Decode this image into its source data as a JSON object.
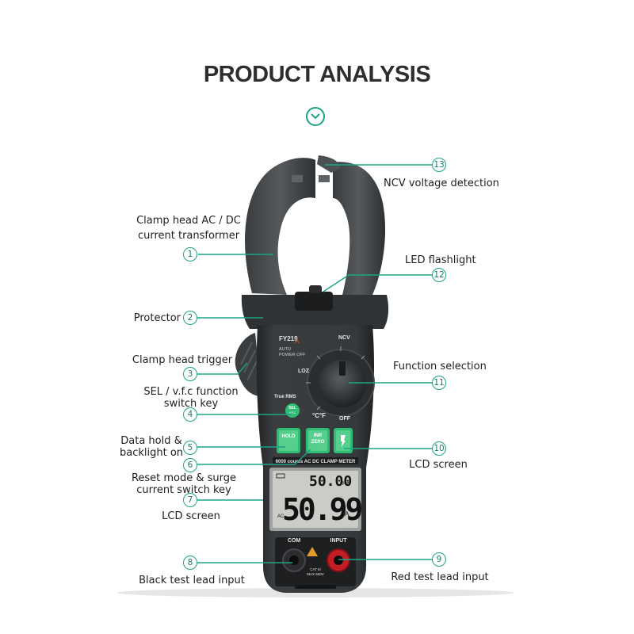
{
  "title": "PRODUCT ANALYSIS",
  "device": {
    "model": "FY219",
    "auto_power_off": "AUTO\nPOWER OFF",
    "true_rms": "True RMS",
    "sel_key": "SEL",
    "sel_sub": "V.F.C",
    "hold_key": "HOLD",
    "inr_key": "INR\nZERO",
    "counts_strip": "6000 counts AC DC CLAMP METER",
    "dial_labels": {
      "ncv": "NCV",
      "loz": "LOZ",
      "temp": "°C°F",
      "off": "OFF"
    },
    "lcd": {
      "top_reading": "50.00",
      "top_unit": "Hz",
      "main_reading": "50.99",
      "main_unit": "A",
      "ac": "AC"
    },
    "com_jack": "COM",
    "input_jack": "INPUT",
    "cat_rating": "CAT III\nMAX 600V"
  },
  "callouts": [
    {
      "n": "1",
      "text": "Clamp head AC / DC\ncurrent transformer"
    },
    {
      "n": "2",
      "text": "Protector"
    },
    {
      "n": "3",
      "text": "Clamp head trigger"
    },
    {
      "n": "4",
      "text": "SEL / v.f.c function\nswitch key"
    },
    {
      "n": "5",
      "text": "Data hold &\nbacklight on"
    },
    {
      "n": "6",
      "text": "Reset mode & surge\ncurrent switch key"
    },
    {
      "n": "7",
      "text": "LCD screen"
    },
    {
      "n": "8",
      "text": "Black test lead input"
    },
    {
      "n": "9",
      "text": "Red test lead input"
    },
    {
      "n": "10",
      "text": "LCD screen"
    },
    {
      "n": "11",
      "text": "Function selection"
    },
    {
      "n": "12",
      "text": "LED flashlight"
    },
    {
      "n": "13",
      "text": "NCV voltage detection"
    }
  ],
  "colors": {
    "accent": "#1aa584",
    "body": "#2a2d2f",
    "lcd": "#c9ccc7",
    "green_key": "#2fbd73",
    "red_jack": "#c21e24"
  }
}
